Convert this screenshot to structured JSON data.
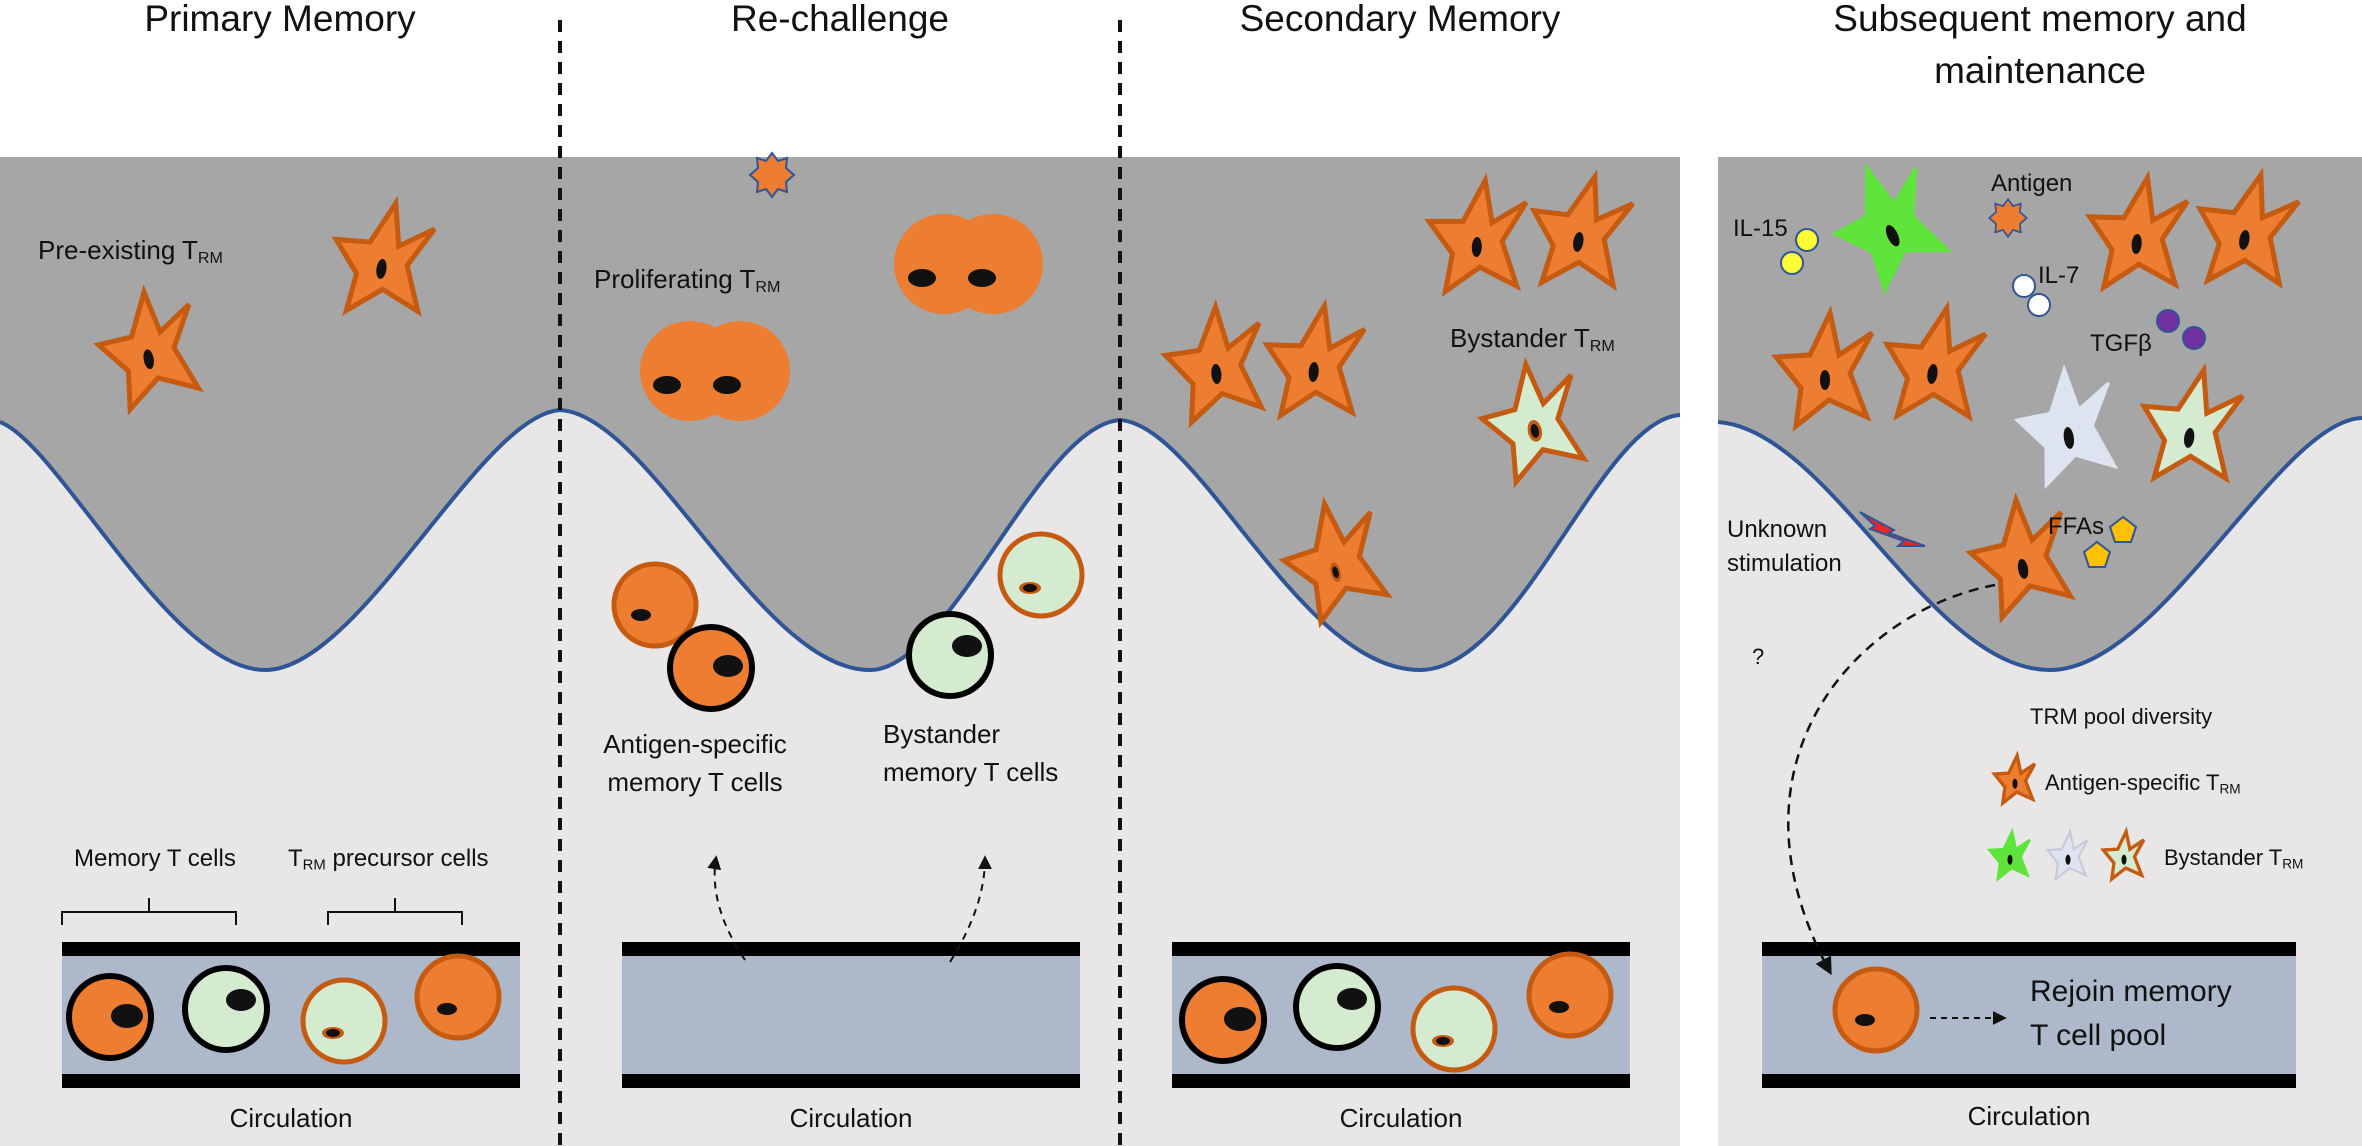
{
  "panels": {
    "primary": {
      "title": "Primary Memory",
      "pre_existing": "Pre-existing T",
      "memory_t_cells": "Memory T cells",
      "trm_precursor_prefix": "T",
      "trm_precursor_suffix": "precursor cells",
      "circulation": "Circulation"
    },
    "rechallenge": {
      "title": "Re-challenge",
      "proliferating": "Proliferating T",
      "antigen_specific_line1": "Antigen-specific",
      "antigen_specific_line2": "memory T cells",
      "bystander_line1": "Bystander",
      "bystander_line2": "memory T cells",
      "circulation": "Circulation"
    },
    "secondary": {
      "title": "Secondary Memory",
      "bystander_trm": "Bystander T",
      "circulation": "Circulation"
    },
    "subsequent": {
      "title_line1": "Subsequent memory and",
      "title_line2": "maintenance",
      "il15": "IL-15",
      "antigen": "Antigen",
      "il7": "IL-7",
      "tgfb": "TGFβ",
      "ffas": "FFAs",
      "unknown_line1": "Unknown",
      "unknown_line2": "stimulation",
      "question": "?",
      "pool_diversity": "TRM pool diversity",
      "legend_antigen_specific": "Antigen-specific T",
      "legend_bystander": "Bystander T",
      "rejoin_line1": "Rejoin memory",
      "rejoin_line2": "T cell pool",
      "circulation": "Circulation"
    }
  },
  "subscript_rm": "RM",
  "colors": {
    "tissue": "#a6a6a6",
    "background": "#e8e6e7",
    "boundary": "#2f5597",
    "vessel": "#adb9ca",
    "cell_orange": "#ed7d31",
    "cell_orange_dark": "#c55a11",
    "cell_light_green": "#d5ebcf",
    "cell_bright_green": "#5ee43a",
    "cell_pale_blue": "#dde3ef",
    "il15_yellow": "#ffff33",
    "tgfb_purple": "#7030a0",
    "ffa_gold": "#ffc000",
    "stimulation_red": "#e8262a"
  }
}
